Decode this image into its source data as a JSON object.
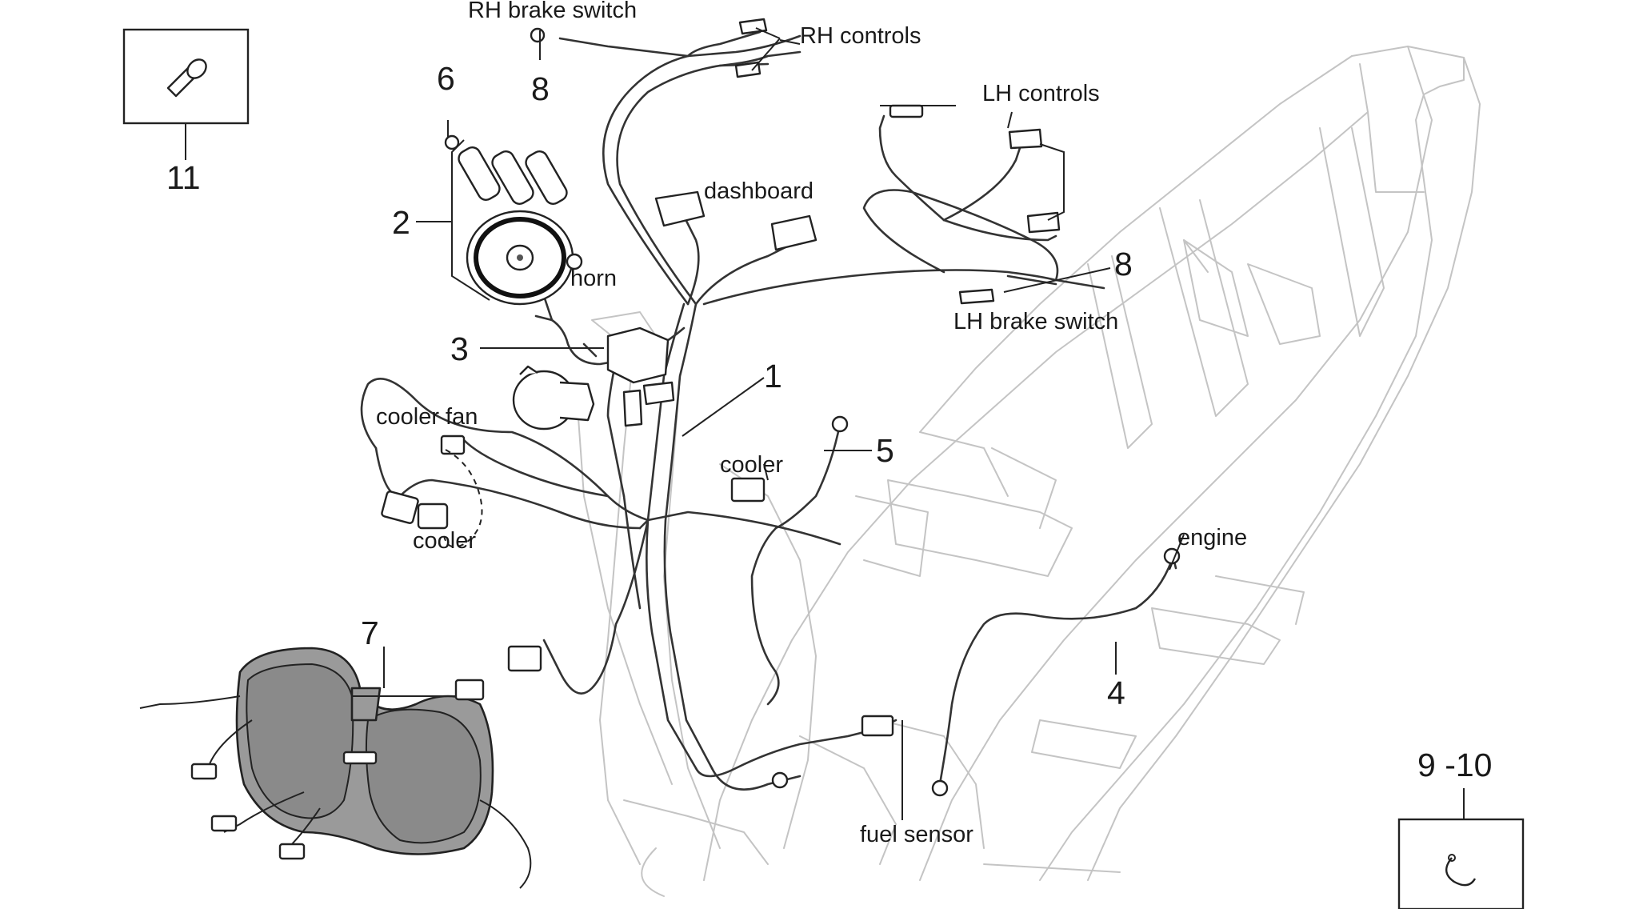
{
  "diagram": {
    "callouts": {
      "n1": "1",
      "n2": "2",
      "n3": "3",
      "n4": "4",
      "n5": "5",
      "n6": "6",
      "n7": "7",
      "n8a": "8",
      "n8b": "8",
      "n9_10": "9 -10",
      "n11": "11"
    },
    "labels": {
      "rh_brake_switch": "RH brake switch",
      "rh_controls": "RH controls",
      "lh_controls": "LH controls",
      "dashboard": "dashboard",
      "horn": "horn",
      "lh_brake_switch": "LH brake switch",
      "cooler_fan": "cooler fan",
      "cooler_left": "cooler",
      "cooler_right": "cooler",
      "engine": "engine",
      "fuel_sensor": "fuel sensor"
    }
  }
}
